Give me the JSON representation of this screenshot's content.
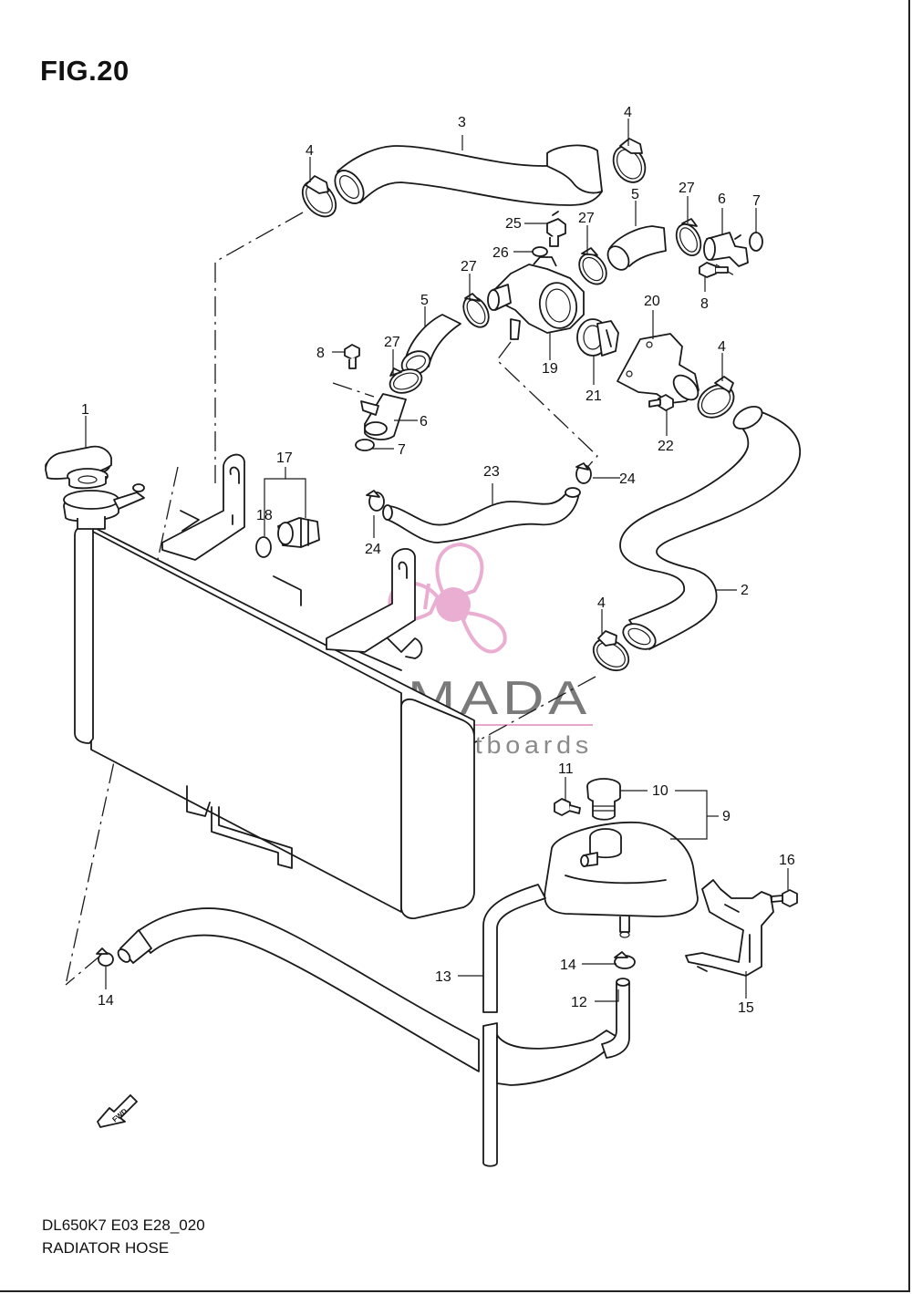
{
  "figure": {
    "title": "FIG.20",
    "footer_code": "DL650K7 E03 E28_020",
    "footer_title": "RADIATOR HOSE"
  },
  "watermark": {
    "brand": "ARMADA",
    "tagline": "marine outboards",
    "logo_color": "#e7a6cd",
    "text_color": "#7a7a7a"
  },
  "fwd_marker": "FWD",
  "callouts": {
    "n1": "1",
    "n2": "2",
    "n3": "3",
    "n4a": "4",
    "n4b": "4",
    "n4c": "4",
    "n4d": "4",
    "n5a": "5",
    "n5b": "5",
    "n6a": "6",
    "n6b": "6",
    "n7a": "7",
    "n7b": "7",
    "n8a": "8",
    "n8b": "8",
    "n9": "9",
    "n10": "10",
    "n11": "11",
    "n12": "12",
    "n13": "13",
    "n14a": "14",
    "n14b": "14",
    "n15": "15",
    "n16": "16",
    "n17": "17",
    "n18": "18",
    "n19": "19",
    "n20": "20",
    "n21": "21",
    "n22": "22",
    "n23": "23",
    "n24a": "24",
    "n24b": "24",
    "n25": "25",
    "n26": "26",
    "n27a": "27",
    "n27b": "27",
    "n27c": "27",
    "n27d": "27"
  }
}
